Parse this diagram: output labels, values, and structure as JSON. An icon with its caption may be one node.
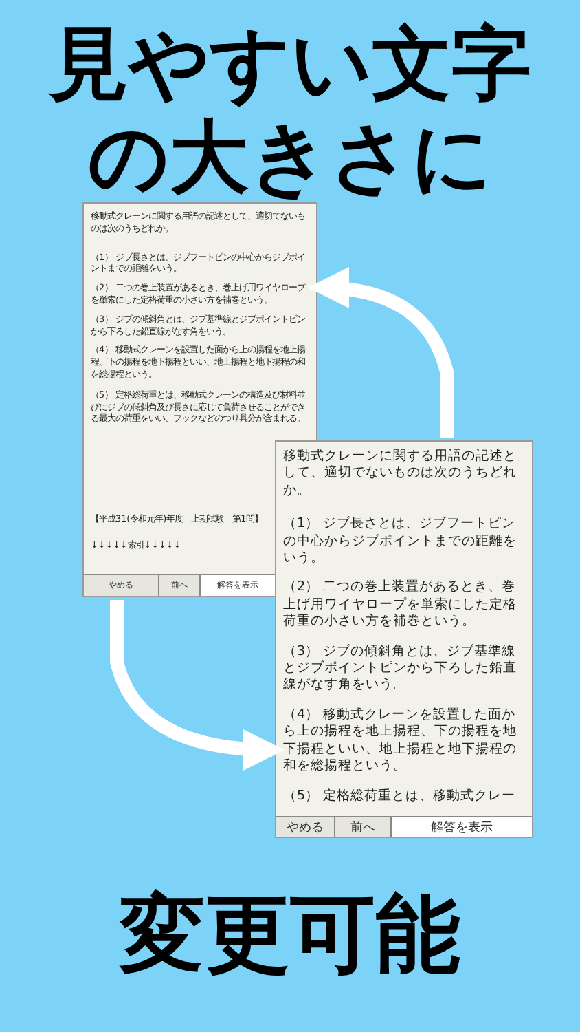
{
  "diagram": {
    "title": "見やすい文字の大きさに",
    "caption": "変更可能",
    "nodes": [
      {
        "text": [
          "移動式クレーンに関する用語の記述として、適切でないものは次のうちどれか。",
          "（1） ジブ長さとは、ジブフートピンの中心からジブポイントまでの距離をいう。",
          "（2） 二つの巻上装置があるとき、巻上げ用ワイヤロープを単索にした定格荷重の小さい方を補巻という。",
          "（3） ジブの傾斜角とは、ジブ基準線とジブポイントピンから下ろした鉛直線がなす角をいう。",
          "（4） 移動式クレーンを設置した面から上の揚程を地上揚程、下の揚程を地下揚程といい、地上揚程と地下揚程の和を総揚程という。",
          "（5） 定格総荷重とは、移動式クレーンの構造及び材料並びにジブの傾斜角及び長さに応じて負荷させることができる最大の荷重をいい、フックなどのつり具分が含まれる。",
          "【平成31(令和元年)年度　上期試験　第1問】",
          "↓↓↓↓↓索引↓↓↓↓↓",
          "やめる",
          "前へ",
          "解答を表示"
        ]
      },
      {
        "text": [
          "移動式クレーンに関する用語の記述として、適切でないものは次のうちどれか。",
          "（1） ジブ長さとは、ジブフートピンの中心からジブポイントまでの距離をいう。",
          "（2） 二つの巻上装置があるとき、巻上げ用ワイヤロープを単索にした定格荷重の小さい方を補巻という。",
          "（3） ジブの傾斜角とは、ジブ基準線とジブポイントピンから下ろした鉛直線がなす角をいう。",
          "（4） 移動式クレーンを設置した面から上の揚程を地上揚程、下の揚程を地下揚程といい、地上揚程と地下揚程の和を総揚程という。",
          "（5） 定格総荷重とは、移動式クレー",
          "やめる",
          "前へ",
          "解答を表示"
        ]
      }
    ],
    "edges": [
      {
        "from": 1,
        "to": 0,
        "arrow": "to"
      },
      {
        "from": 0,
        "to": 1,
        "arrow": "to"
      }
    ]
  }
}
